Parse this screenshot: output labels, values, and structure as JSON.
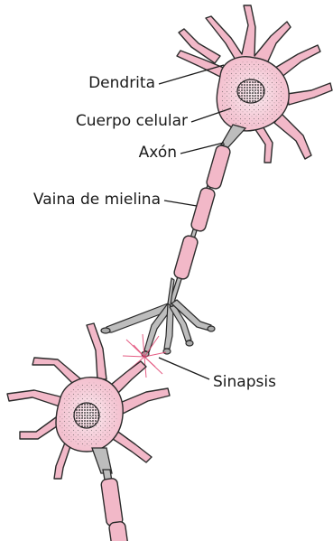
{
  "labels": {
    "dendrite": "Dendrita",
    "cell_body": "Cuerpo celular",
    "axon": "Axón",
    "myelin": "Vaina de mielina",
    "synapse": "Sinapsis"
  },
  "colors": {
    "neuron_pink": "#f2b8c8",
    "axon_gray": "#bdbdbd",
    "nucleus": "#2b2b2b",
    "synapse_glow": "#e0406e",
    "outline": "#2b2b2b"
  }
}
